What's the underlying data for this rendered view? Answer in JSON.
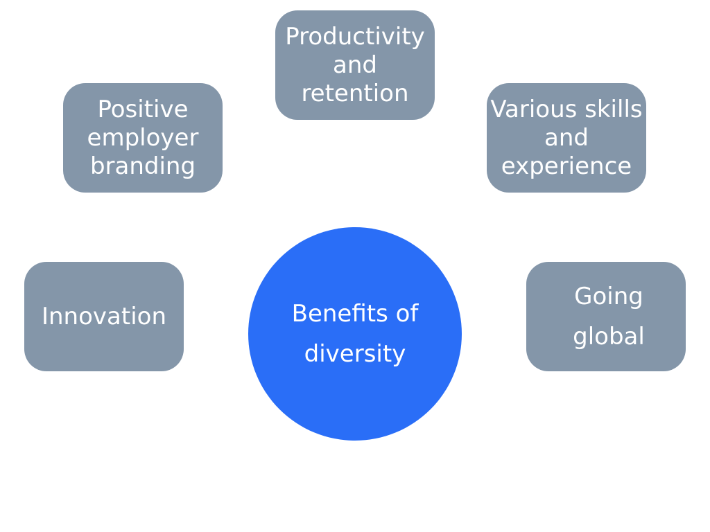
{
  "diagram": {
    "center": {
      "line1": "Benefits of",
      "line2": "diversity"
    },
    "nodes": {
      "productivity": [
        "Productivity",
        "and",
        "retention"
      ],
      "branding": [
        "Positive",
        "employer",
        "branding"
      ],
      "skills": [
        "Various skills",
        "and",
        "experience"
      ],
      "innovation": [
        "Innovation"
      ],
      "global": [
        "Going",
        "global"
      ]
    },
    "colors": {
      "node_fill": "#8496a9",
      "center_fill": "#2a6ef7",
      "text": "#ffffff",
      "background": "#ffffff"
    }
  }
}
